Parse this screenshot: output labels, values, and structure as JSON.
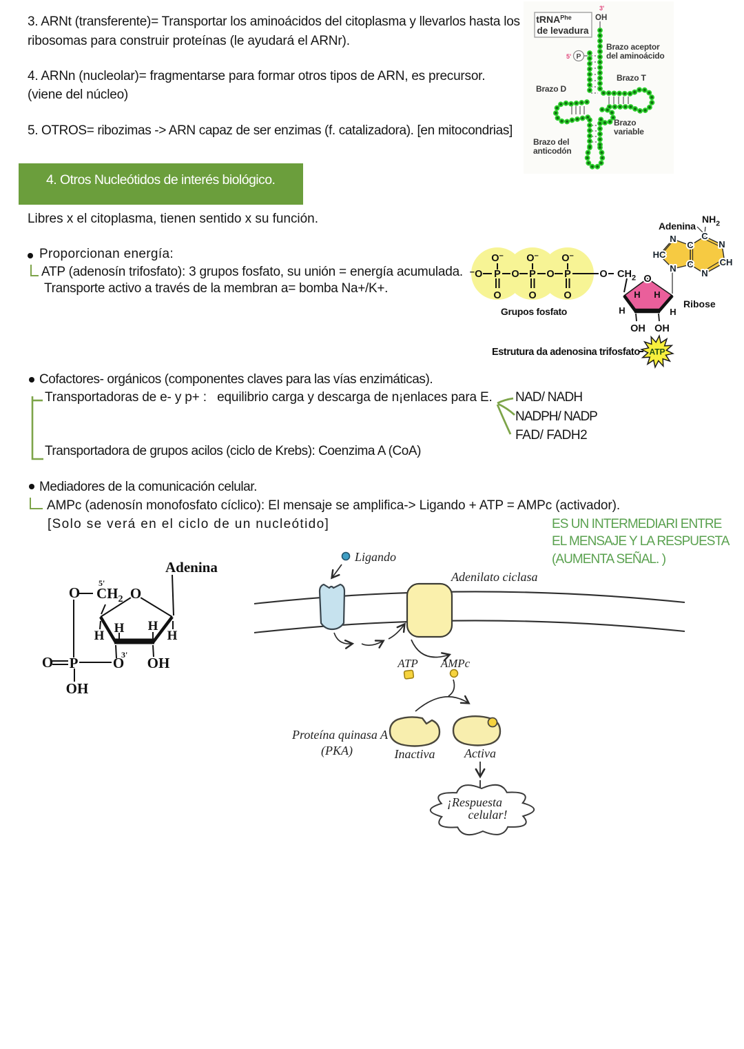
{
  "colors": {
    "section_green": "#6b9e3c",
    "bracket_green": "#7da449",
    "note_green": "#5aa14f",
    "trna_bead_green": "#2fd12f",
    "atp_highlight_yellow": "#f8f48d",
    "ribose_pink": "#ea5f9b",
    "adenine_yellow": "#f6ca42",
    "receptor_blue": "#c6e2ee",
    "enzyme_yellow": "#faf0ac"
  },
  "notes": {
    "p3_l1": "3. ARNt (transferente)= Transportar los aminoácidos del citoplasma y llevarlos hasta los",
    "p3_l2": "ribosomas para construir proteínas (le ayudará el ARNr).",
    "p4_l1": "4. ARNn (nucleolar)= fragmentarse para formar otros tipos de ARN, es precursor.",
    "p4_l2": "(viene del núcleo)",
    "p5_l1": "5. OTROS= ribozimas -> ARN capaz de ser enzimas (f. catalizadora). [en mitocondrias]",
    "section_title": "4. Otros Nucleótidos de interés biológico.",
    "intro": "Libres x el citoplasma, tienen sentido x su función.",
    "b1_title": "Proporcionan energía:",
    "b1_l1": "ATP (adenosín trifosfato): 3 grupos fosfato, su unión = energía acumulada.",
    "b1_l2": "Transporte activo a través de la membran a= bomba Na+/K+.",
    "b2_title": "Cofactores- orgánicos (componentes claves para las vías enzimáticas).",
    "b2_l1": "Transportadoras de e- y p+ :   equilibrio carga y descarga de n¡enlaces para E.",
    "cof1": "NAD/ NADH",
    "cof2": "NADPH/ NADP",
    "cof3": "FAD/ FADH2",
    "b2_l2": "Transportadora de grupos acilos (ciclo de Krebs): Coenzima A (CoA)",
    "b3_title": "Mediadores de la comunicación celular.",
    "b3_l1": "AMPc (adenosín monofosfato cíclico): El mensaje se amplifica-> Ligando + ATP = AMPc (activador).",
    "b3_l2": "[Solo se verá en el ciclo de un nucleótido]",
    "side_note_l1": "ES UN INTERMEDIARI ENTRE",
    "side_note_l2": "EL MENSAJE Y LA RESPUESTA",
    "side_note_l3": "(AUMENTA SEÑAL. )"
  },
  "trna": {
    "title_main": "tRNA",
    "title_sup": "Phe",
    "title_sub": "de levadura",
    "three_prime": "3'",
    "oh": "OH",
    "five_prime": "5'",
    "p": "P",
    "acceptor_l1": "Brazo aceptor",
    "acceptor_l2": "del aminoácido",
    "t_arm": "Brazo T",
    "d_arm": "Brazo D",
    "var_l1": "Brazo",
    "var_l2": "variable",
    "anti_l1": "Brazo del",
    "anti_l2": "anticodón"
  },
  "atp": {
    "neg_o": "⁻O",
    "P": "P",
    "O": "O",
    "minus_sup": "–",
    "CH": "CH",
    "sub2": "2",
    "grupos": "Grupos fosfato",
    "ribose": "Ribose",
    "OH": "OH",
    "H": "H",
    "N": "N",
    "C": "C",
    "HC": "HC",
    "CHlbl": "CH",
    "NH": "NH",
    "adenina": "Adenina",
    "caption": "Estrutura da adenosina trifosfato",
    "atp_star": "ATP"
  },
  "camp": {
    "adenina": "Adenina",
    "O": "O",
    "CH": "CH",
    "sub2": "2",
    "five_prime": "5'",
    "three_prime": "3'",
    "P": "P",
    "OH": "OH",
    "H": "H"
  },
  "signaling": {
    "ligando": "Ligando",
    "adenilato": "Adenilato ciclasa",
    "atp": "ATP",
    "ampc": "AMPc",
    "pka_l1": "Proteína quinasa A",
    "pka_l2": "(PKA)",
    "inactiva": "Inactiva",
    "activa": "Activa",
    "resp_l1": "¡Respuesta",
    "resp_l2": "celular!"
  }
}
